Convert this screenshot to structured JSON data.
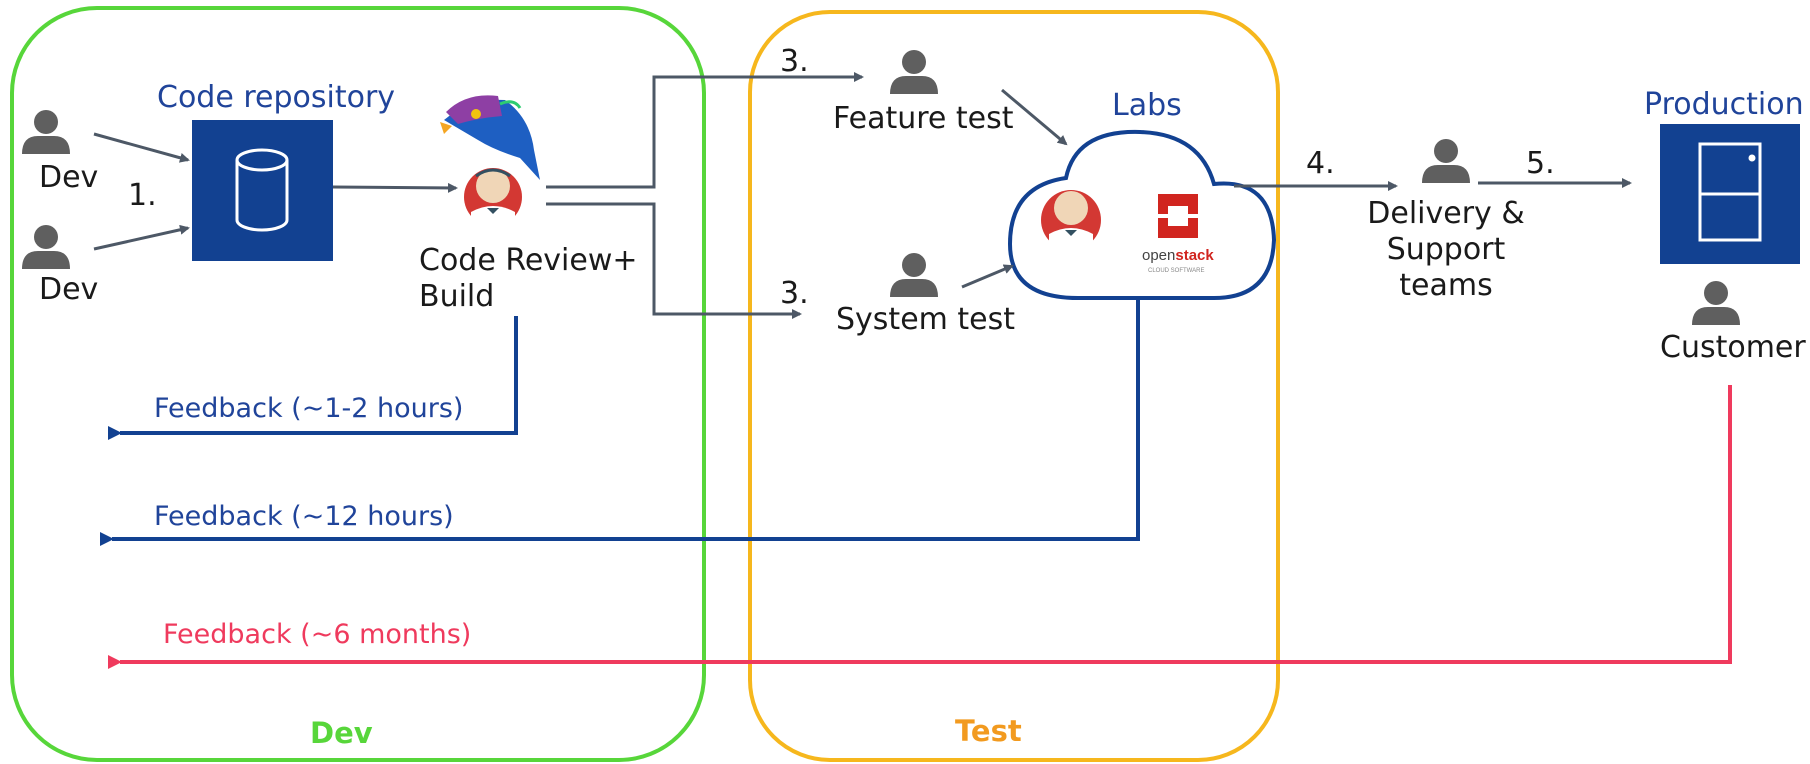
{
  "colors": {
    "dev_zone": "#57d63a",
    "test_zone": "#f6b71d",
    "nokia_blue": "#124191",
    "label_blue": "#20449a",
    "arrow_gray": "#4d5866",
    "person_gray": "#5f5f5f",
    "feedback_red": "#ef3a5d"
  },
  "zones": {
    "dev": "Dev",
    "test": "Test"
  },
  "nodes": {
    "code_repository": "Code repository",
    "dev_1": "Dev",
    "dev_2": "Dev",
    "code_review_build": [
      "Code Review+",
      "Build"
    ],
    "feature_test": "Feature test",
    "system_test": "System test",
    "labs": "Labs",
    "openstack_logo": {
      "prefix": "open",
      "suffix": "stack",
      "tagline": "CLOUD SOFTWARE"
    },
    "delivery_support": [
      "Delivery &",
      "Support",
      "teams"
    ],
    "production": "Production",
    "customer": "Customer"
  },
  "steps": {
    "step_1": "1.",
    "step_3_feature": "3.",
    "step_3_system": "3.",
    "step_4": "4.",
    "step_5": "5."
  },
  "feedback": [
    {
      "label": "Feedback (~1-2 hours)"
    },
    {
      "label": "Feedback (~12 hours)"
    },
    {
      "label": "Feedback (~6 months)"
    }
  ],
  "icons": [
    "person-icon",
    "database-icon",
    "jenkins-butler-icon",
    "gerrit-bird-icon",
    "cloud-icon",
    "openstack-logo-icon",
    "server-icon"
  ]
}
